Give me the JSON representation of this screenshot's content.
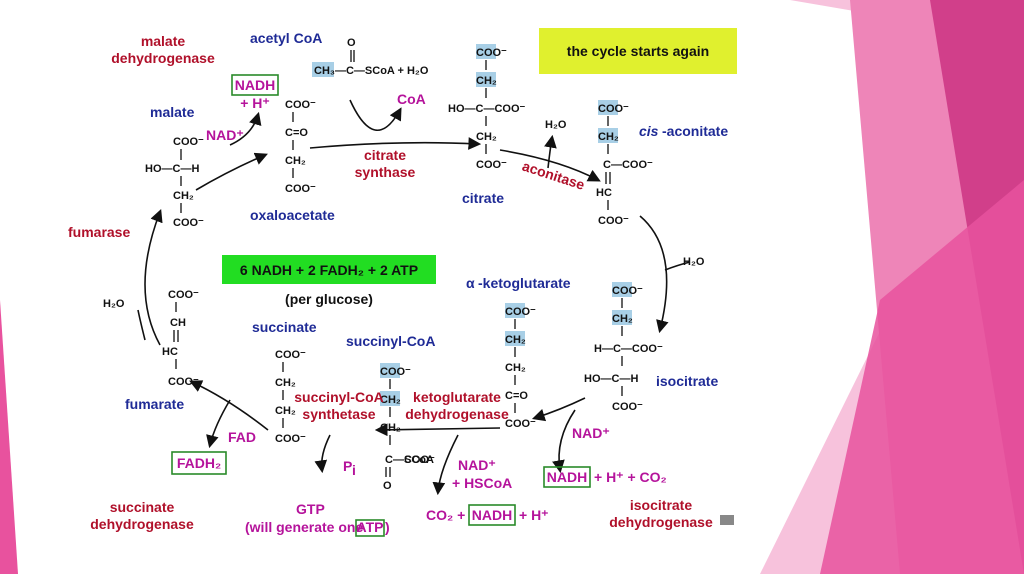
{
  "callouts": {
    "restart": "the cycle starts again",
    "yield": "6 NADH + 2 FADH₂ + 2 ATP",
    "yield_sub": "(per glucose)"
  },
  "enzymes": {
    "malate_dh_1": "malate",
    "malate_dh_2": "dehydrogenase",
    "citrate_synthase_1": "citrate",
    "citrate_synthase_2": "synthase",
    "aconitase": "aconitase",
    "fumarase": "fumarase",
    "succinyl_coa_synthetase_1": "succinyl-CoA",
    "succinyl_coa_synthetase_2": "synthetase",
    "ketoglutarate_dh_1": "ketoglutarate",
    "ketoglutarate_dh_2": "dehydrogenase",
    "succinate_dh_1": "succinate",
    "succinate_dh_2": "dehydrogenase",
    "isocitrate_dh_1": "isocitrate",
    "isocitrate_dh_2": "dehydrogenase"
  },
  "metabolites": {
    "acetyl_coa": "acetyl CoA",
    "malate": "malate",
    "oxaloacetate": "oxaloacetate",
    "citrate": "citrate",
    "cis_prefix": "cis",
    "cis_aconitate": "-aconitate",
    "alpha": "α",
    "ketoglutarate": "-ketoglutarate",
    "isocitrate": "isocitrate",
    "succinyl_coa": "succinyl-CoA",
    "succinate": "succinate",
    "fumarate": "fumarate"
  },
  "cofactors": {
    "nadh_malate": "NADH",
    "h_malate": "+ H⁺",
    "nad_malate": "NAD⁺",
    "coa": "CoA",
    "h2o_aconitase": "H₂O",
    "h2o_iso": "H₂O",
    "h2o_fumarase": "H₂O",
    "nad_iso": "NAD⁺",
    "nadh_iso": "NADH",
    "iso_products": "+ H⁺ + CO₂",
    "nad_kg": "NAD⁺",
    "hscoa_kg": "+ HSCoA",
    "co2_kg": "CO₂ +",
    "nadh_kg": "NADH",
    "h_kg": "+ H⁺",
    "pi": "P",
    "pi_sub": "i",
    "gtp": "GTP",
    "gtp_note": "(will generate one",
    "atp": "ATP",
    "gtp_close": ")",
    "fad": "FAD",
    "fadh2": "FADH₂"
  },
  "formulas": {
    "acetyl_coa_eq": "CH₃—C—SCoA + H₂O",
    "acetyl_o": "O",
    "coo": "COO⁻",
    "ch2": "CH₂",
    "co": "C=O",
    "ho_c_h": "HO—C—H",
    "ho_c_coo": "HO—C—COO⁻",
    "c_coo": "C—COO⁻",
    "hc": "HC",
    "h_c_coo": "H—C—COO⁻",
    "ch": "CH",
    "scoa": "SCoA"
  },
  "colors": {
    "enzyme": "#b0102a",
    "metabolite": "#1f2b96",
    "cofactor": "#b5139b",
    "restart_box": "#e0f02e",
    "yield_box": "#22dd22",
    "pink_decor": "#e8529e"
  }
}
